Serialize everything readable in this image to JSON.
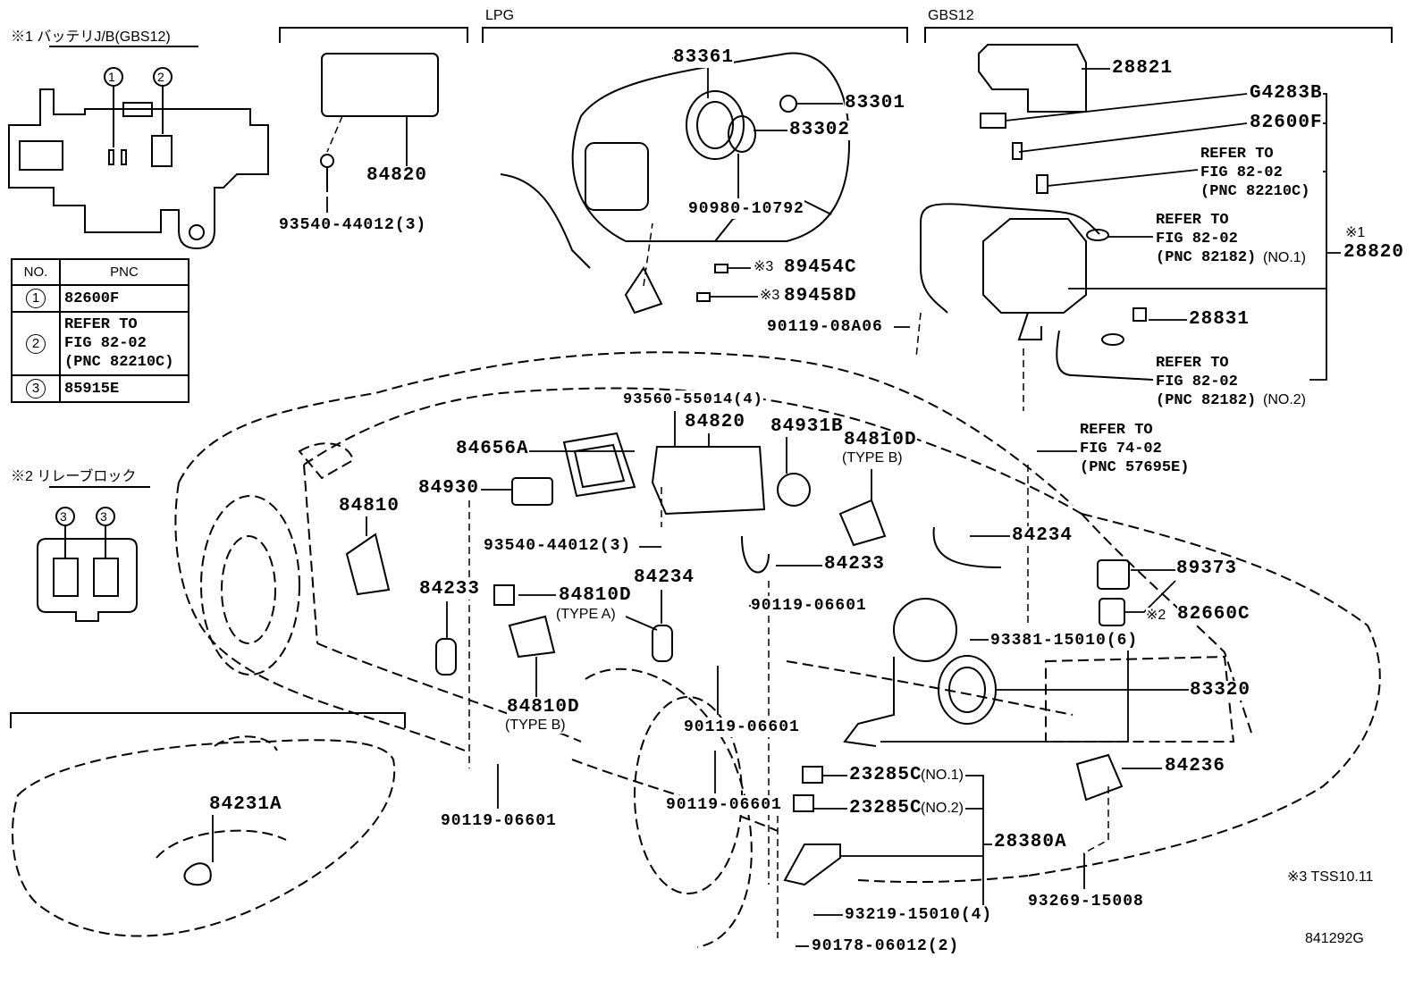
{
  "headings": {
    "battery_jb": "※1 バッテリJ/B(GBS12)",
    "lpg": "LPG",
    "gbs12": "GBS12",
    "relay_block": "※2 リレーブロック",
    "note3": "※3  TSS10.11",
    "figure_code": "841292G"
  },
  "inset": {
    "callouts": [
      "1",
      "2"
    ],
    "relay_callouts": [
      "3",
      "3"
    ]
  },
  "pnc_table": {
    "headers": [
      "NO.",
      "PNC"
    ],
    "rows": [
      {
        "no": "1",
        "pnc": "82600F"
      },
      {
        "no": "2",
        "pnc": "REFER TO\nFIG 82-02\n(PNC 82210C)"
      },
      {
        "no": "3",
        "pnc": "85915E"
      }
    ]
  },
  "labels": {
    "p83361": "83361",
    "p83301": "83301",
    "p83302": "83302",
    "p90980": "90980-10792",
    "mark3a": "※3",
    "p89454C": "89454C",
    "mark3b": "※3",
    "p89458D": "89458D",
    "p90119_08A06": "90119-08A06",
    "p84820_top": "84820",
    "p93540_top": "93540-44012(3)",
    "p28821": "28821",
    "pG4283B": "G4283B",
    "p82600F": "82600F",
    "ref_82210C": "REFER TO\nFIG 82-02\n(PNC 82210C)",
    "ref_82182_1": "REFER TO\nFIG 82-02\n(PNC 82182)",
    "no1_a": "(NO.1)",
    "mark1": "※1",
    "p28820": "28820",
    "p28831": "28831",
    "ref_82182_2": "REFER TO\nFIG 82-02\n(PNC 82182)",
    "no2_a": "(NO.2)",
    "ref_57695E": "REFER TO\nFIG 74-02\n(PNC 57695E)",
    "p93560": "93560-55014(4)",
    "p84820_mid": "84820",
    "p84931B": "84931B",
    "p84810D_b1": "84810D",
    "typeB_1": "(TYPE B)",
    "p84656A": "84656A",
    "p84930": "84930",
    "p84810": "84810",
    "p93540_mid": "93540-44012(3)",
    "p84234_a": "84234",
    "p84233_a": "84233",
    "p84234_b": "84234",
    "p89373": "89373",
    "p84233_b": "84233",
    "p84810D_a": "84810D",
    "typeA": "(TYPE A)",
    "p90119_a": "90119-06601",
    "p93381": "93381-15010(6)",
    "mark2": "※2",
    "p82660C": "82660C",
    "p83320": "83320",
    "p84810D_b2": "84810D",
    "typeB_2": "(TYPE B)",
    "p90119_b": "90119-06601",
    "p84231A": "84231A",
    "p90119_c": "90119-06601",
    "p90119_d": "90119-06601",
    "p23285C_1": "23285C",
    "no1_b": "(NO.1)",
    "p23285C_2": "23285C",
    "no2_b": "(NO.2)",
    "p84236": "84236",
    "p28380A": "28380A",
    "p93269": "93269-15008",
    "p93219": "93219-15010(4)",
    "p90178": "90178-06012(2)"
  }
}
